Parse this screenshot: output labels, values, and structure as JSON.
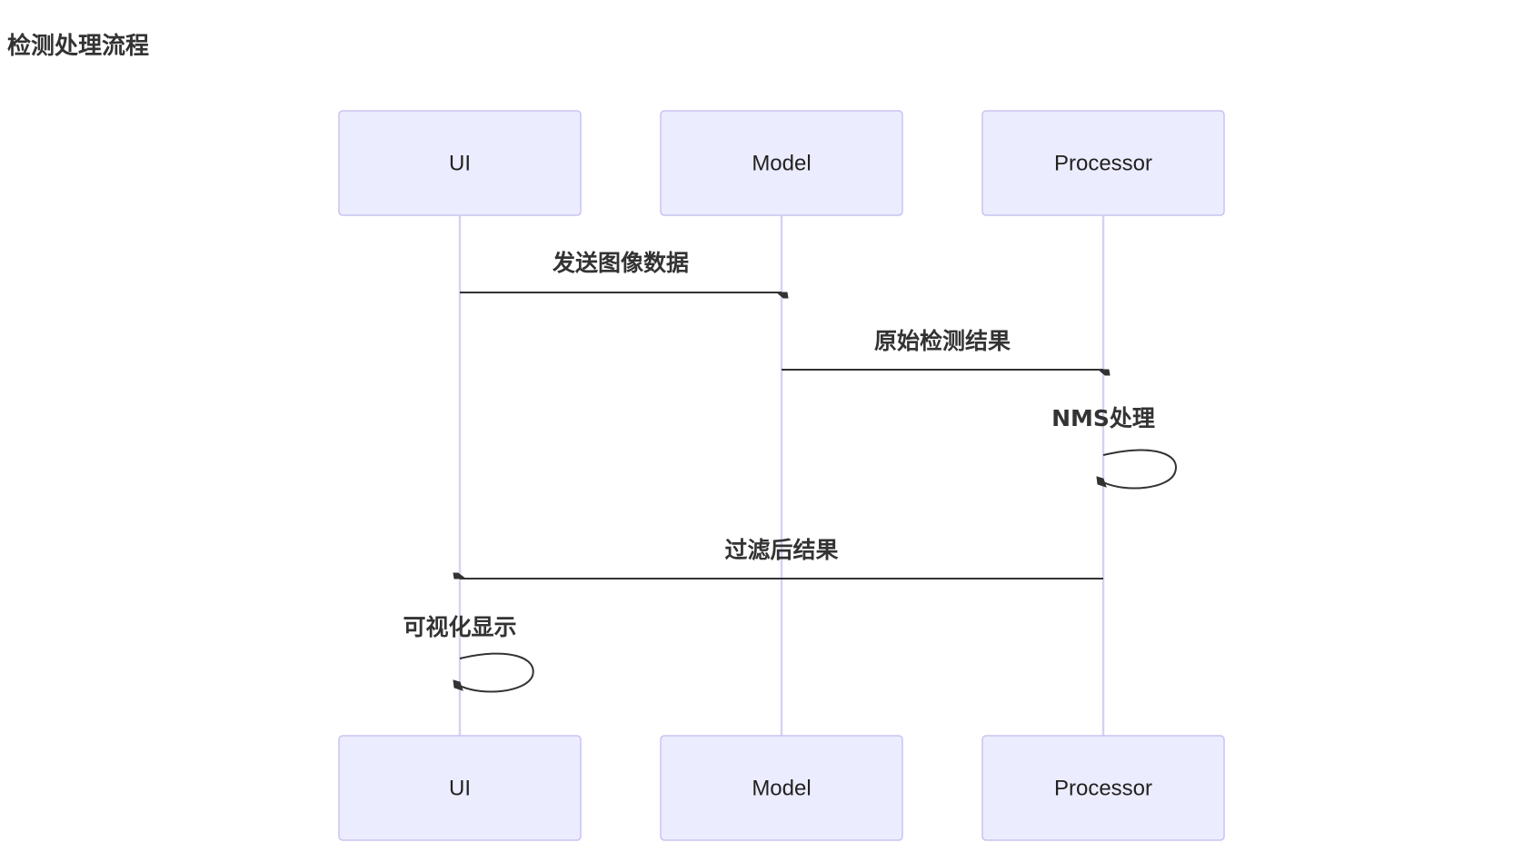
{
  "title": "检测处理流程",
  "participants": [
    {
      "id": "ui",
      "label": "UI"
    },
    {
      "id": "model",
      "label": "Model"
    },
    {
      "id": "processor",
      "label": "Processor"
    }
  ],
  "messages": [
    {
      "from": "ui",
      "to": "model",
      "label": "发送图像数据"
    },
    {
      "from": "model",
      "to": "processor",
      "label": "原始检测结果"
    },
    {
      "from": "processor",
      "to": "processor",
      "label": "NMS处理"
    },
    {
      "from": "processor",
      "to": "ui",
      "label": "过滤后结果"
    },
    {
      "from": "ui",
      "to": "ui",
      "label": "可视化显示"
    }
  ],
  "colors": {
    "actor_fill": "#ECECFF",
    "actor_stroke": "#C9C3F0",
    "lifeline": "#D9D0F4",
    "message": "#333333"
  }
}
